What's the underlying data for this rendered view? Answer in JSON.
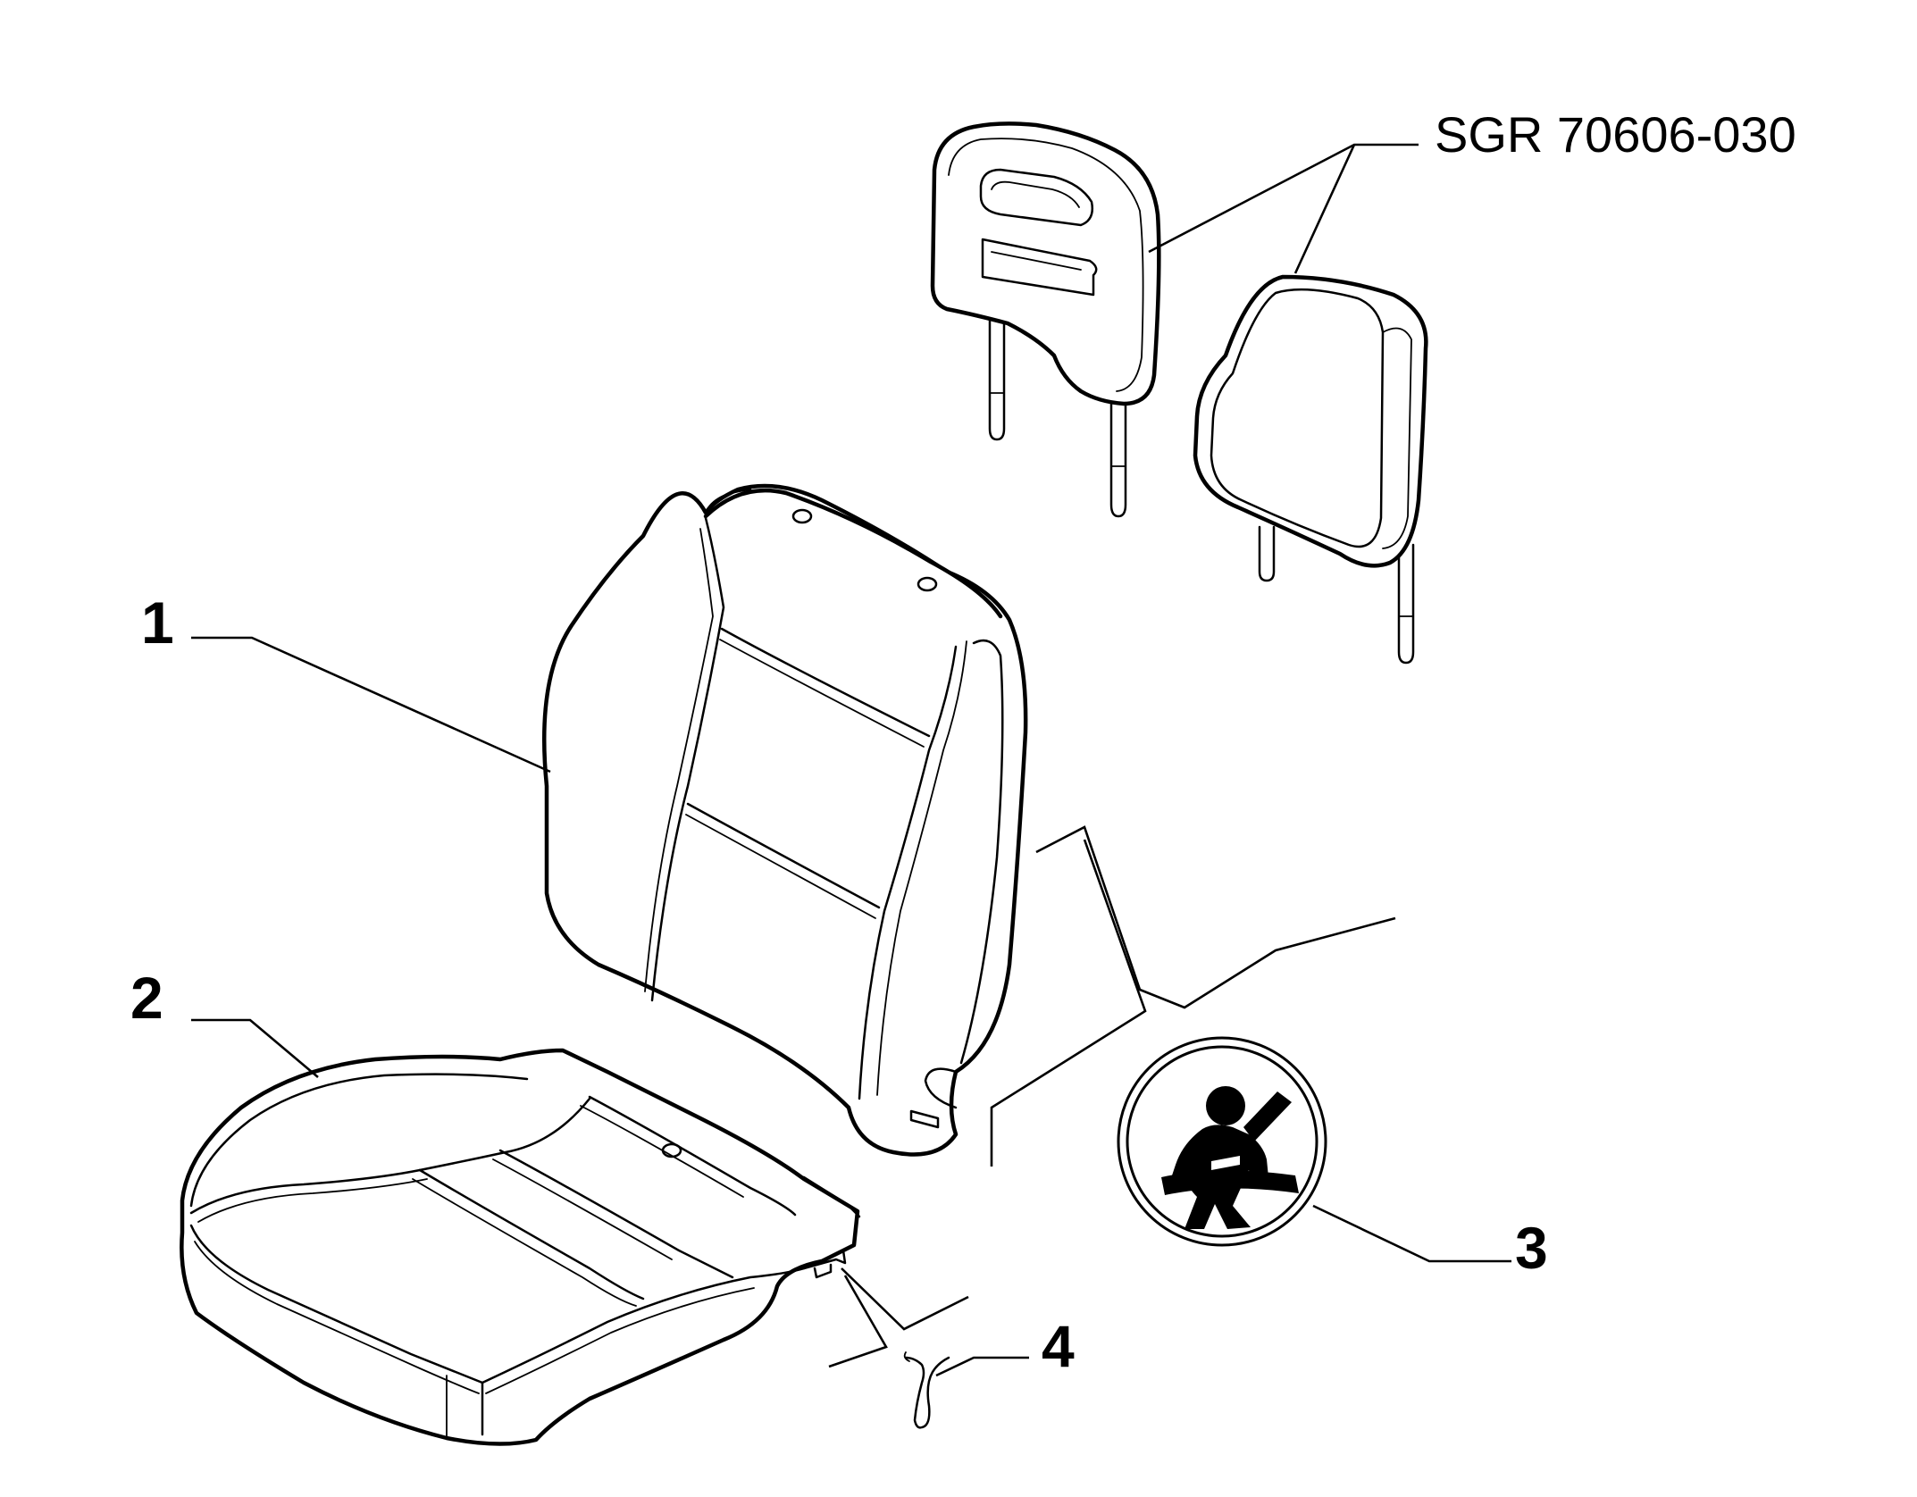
{
  "diagram": {
    "parts": [
      {
        "id": "1",
        "label": "1",
        "name": "seat-backrest-cover"
      },
      {
        "id": "2",
        "label": "2",
        "name": "seat-cushion-cover"
      },
      {
        "id": "3",
        "label": "3",
        "name": "seat-belt-sticker"
      },
      {
        "id": "4",
        "label": "4",
        "name": "hook-clip"
      }
    ],
    "reference": {
      "label": "SGR 70606-030"
    },
    "icons": [
      "seat-belt-icon"
    ]
  }
}
